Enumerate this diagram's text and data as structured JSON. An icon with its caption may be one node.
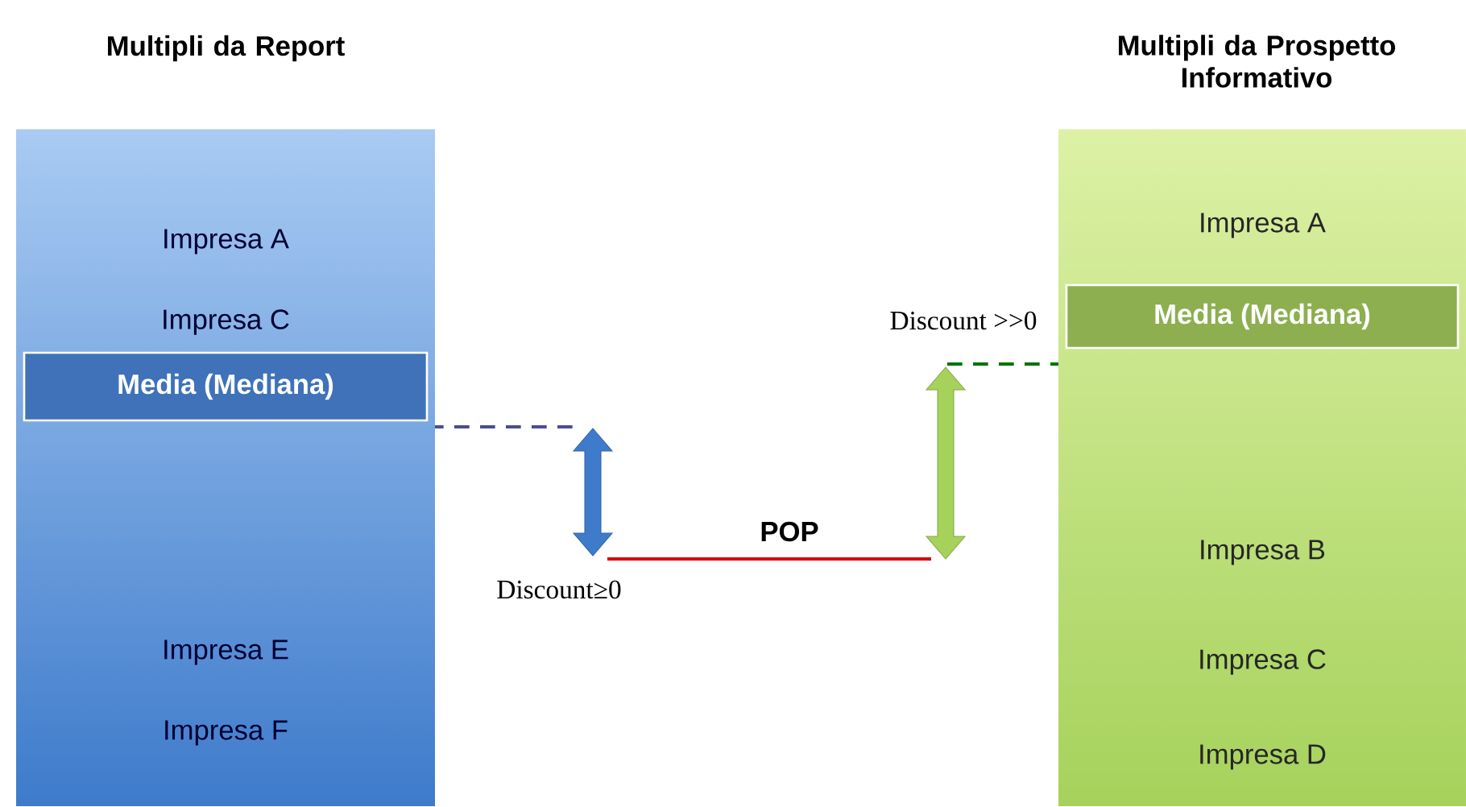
{
  "diagram": {
    "nodes": [
      {
        "text": [
          "Multipli da Report",
          "Impresa A",
          "Impresa C",
          "Impresa E",
          "Impresa F"
        ]
      },
      {
        "text": [
          "Media (Mediana)"
        ],
        "in": 0
      },
      {
        "text": [
          "Multipli da Prospetto Informativo",
          "Impresa A",
          "Impresa B",
          "Impresa C",
          "Impresa D"
        ]
      },
      {
        "text": [
          "Media (Mediana)"
        ],
        "in": 2
      }
    ],
    "labels": [
      "Discount >>0",
      "POP",
      "Discount≥0"
    ]
  }
}
